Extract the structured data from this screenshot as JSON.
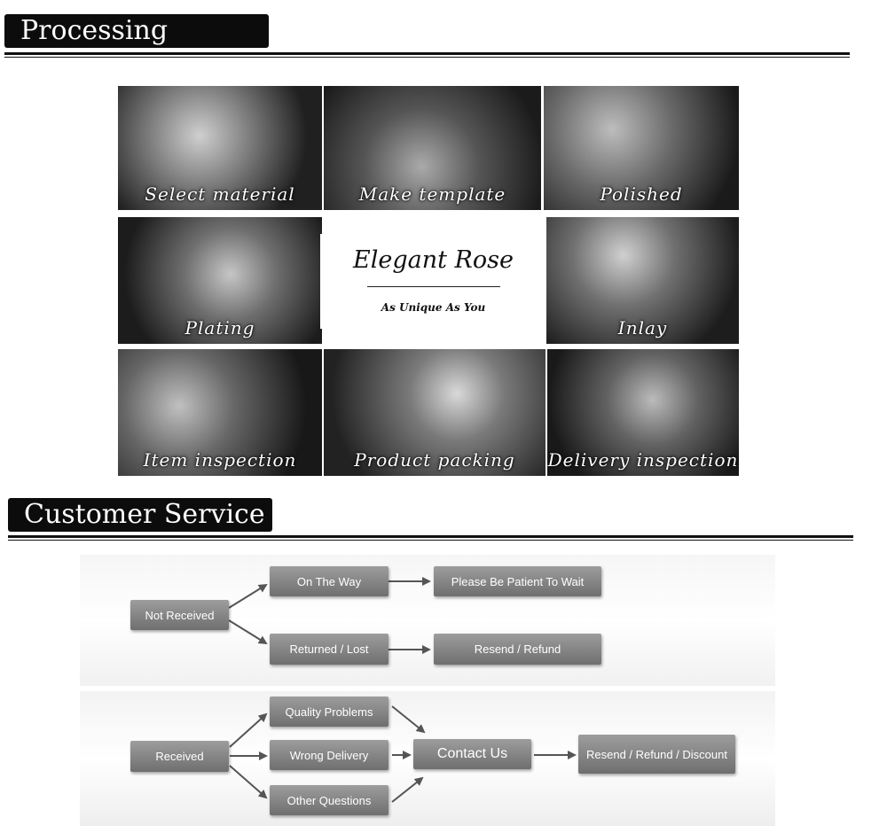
{
  "sections": {
    "processing_title": "Processing",
    "customer_service_title": "Customer Service"
  },
  "brand": {
    "name": "Elegant Rose",
    "tagline": "As Unique As You"
  },
  "process_steps": [
    "Select material",
    "Make template",
    "Polished",
    "Plating",
    "Inlay",
    "Item inspection",
    "Product packing",
    "Delivery inspection"
  ],
  "flow": {
    "not_received": "Not Received",
    "on_the_way": "On The Way",
    "please_wait": "Please Be Patient To Wait",
    "returned_lost": "Returned / Lost",
    "resend_refund": "Resend / Refund",
    "received": "Received",
    "quality_problems": "Quality Problems",
    "wrong_delivery": "Wrong Delivery",
    "other_questions": "Other Questions",
    "contact_us": "Contact Us",
    "resend_refund_discount": "Resend / Refund / Discount"
  },
  "colors": {
    "header_bg": "#0c0c0c",
    "node_top": "#9d9d9d",
    "node_bottom": "#6f6f6f",
    "arrow": "#555555"
  }
}
